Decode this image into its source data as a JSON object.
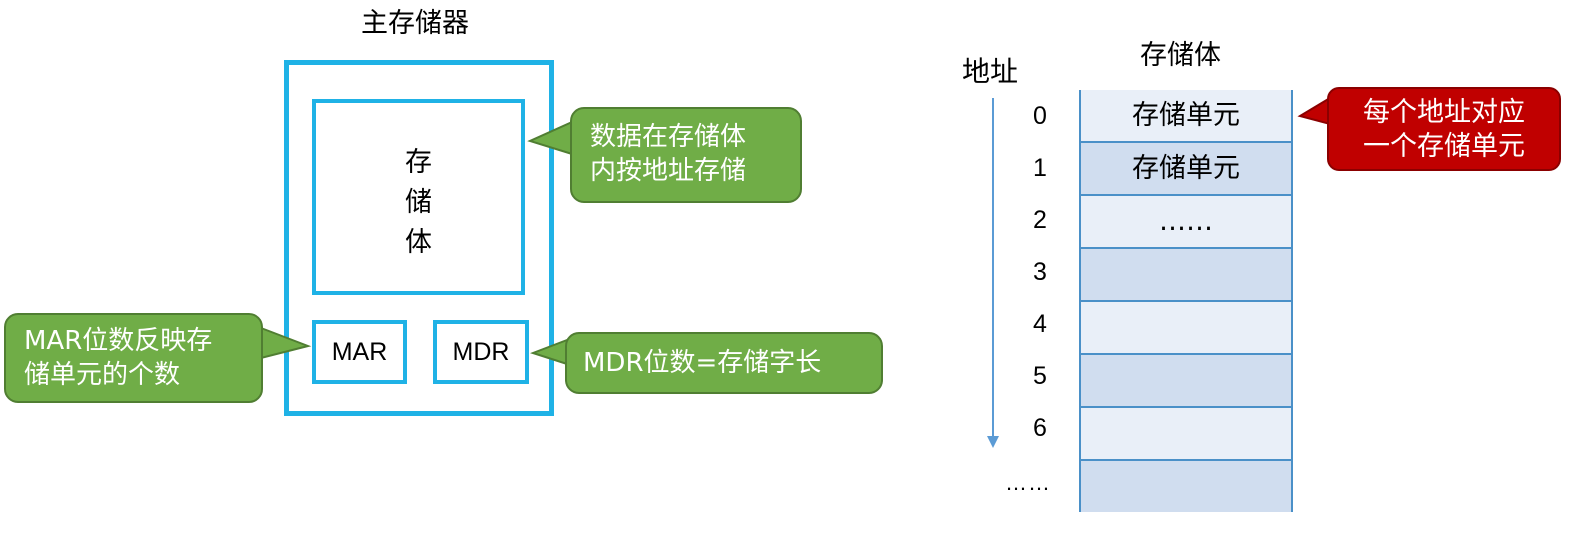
{
  "main_memory": {
    "title": "主存储器",
    "storage_body_chars": [
      "存",
      "储",
      "体"
    ],
    "mar_label": "MAR",
    "mdr_label": "MDR"
  },
  "callouts": {
    "storage": {
      "line1": "数据在存储体",
      "line2": "内按地址存储",
      "color": "#70ad47"
    },
    "mar": {
      "line1": "MAR位数反映存",
      "line2": "储单元的个数",
      "color": "#70ad47"
    },
    "mdr": {
      "text": "MDR位数=存储字长",
      "color": "#70ad47"
    },
    "address": {
      "line1": "每个地址对应",
      "line2": "一个存储单元",
      "color": "#c00000"
    }
  },
  "address_table": {
    "address_label": "地址",
    "body_label": "存储体",
    "addresses": [
      "0",
      "1",
      "2",
      "3",
      "4",
      "5",
      "6"
    ],
    "trailing_dots": "……",
    "cells": [
      "存储单元",
      "存储单元",
      "……",
      "",
      "",
      "",
      "",
      ""
    ]
  },
  "colors": {
    "frame_blue": "#1fb2e6",
    "table_border": "#4a90c8",
    "cell_light": "#e9eff8",
    "cell_dark": "#d0ddef"
  }
}
